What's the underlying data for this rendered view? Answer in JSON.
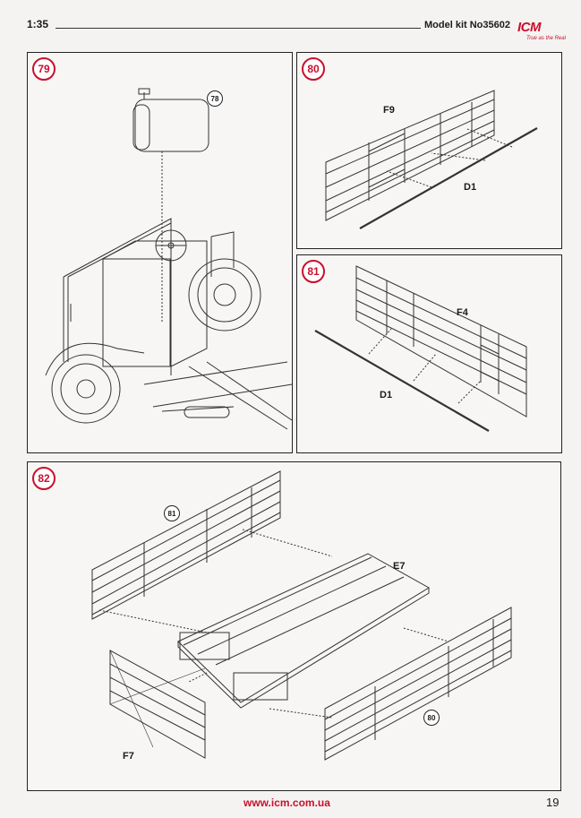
{
  "header": {
    "scale": "1:35",
    "kit_number": "Model kit No35602",
    "brand": "ICM",
    "brand_tagline": "True as the Real"
  },
  "steps": [
    {
      "number": "79",
      "callouts": [
        "78"
      ]
    },
    {
      "number": "80",
      "parts": [
        "F9",
        "D1"
      ]
    },
    {
      "number": "81",
      "parts": [
        "F4",
        "D1"
      ]
    },
    {
      "number": "82",
      "parts": [
        "E7",
        "F7"
      ],
      "callouts": [
        "81",
        "80"
      ]
    }
  ],
  "footer": {
    "url": "www.icm.com.ua",
    "page_number": "19"
  },
  "colors": {
    "accent": "#c8102e",
    "line": "#222222"
  }
}
